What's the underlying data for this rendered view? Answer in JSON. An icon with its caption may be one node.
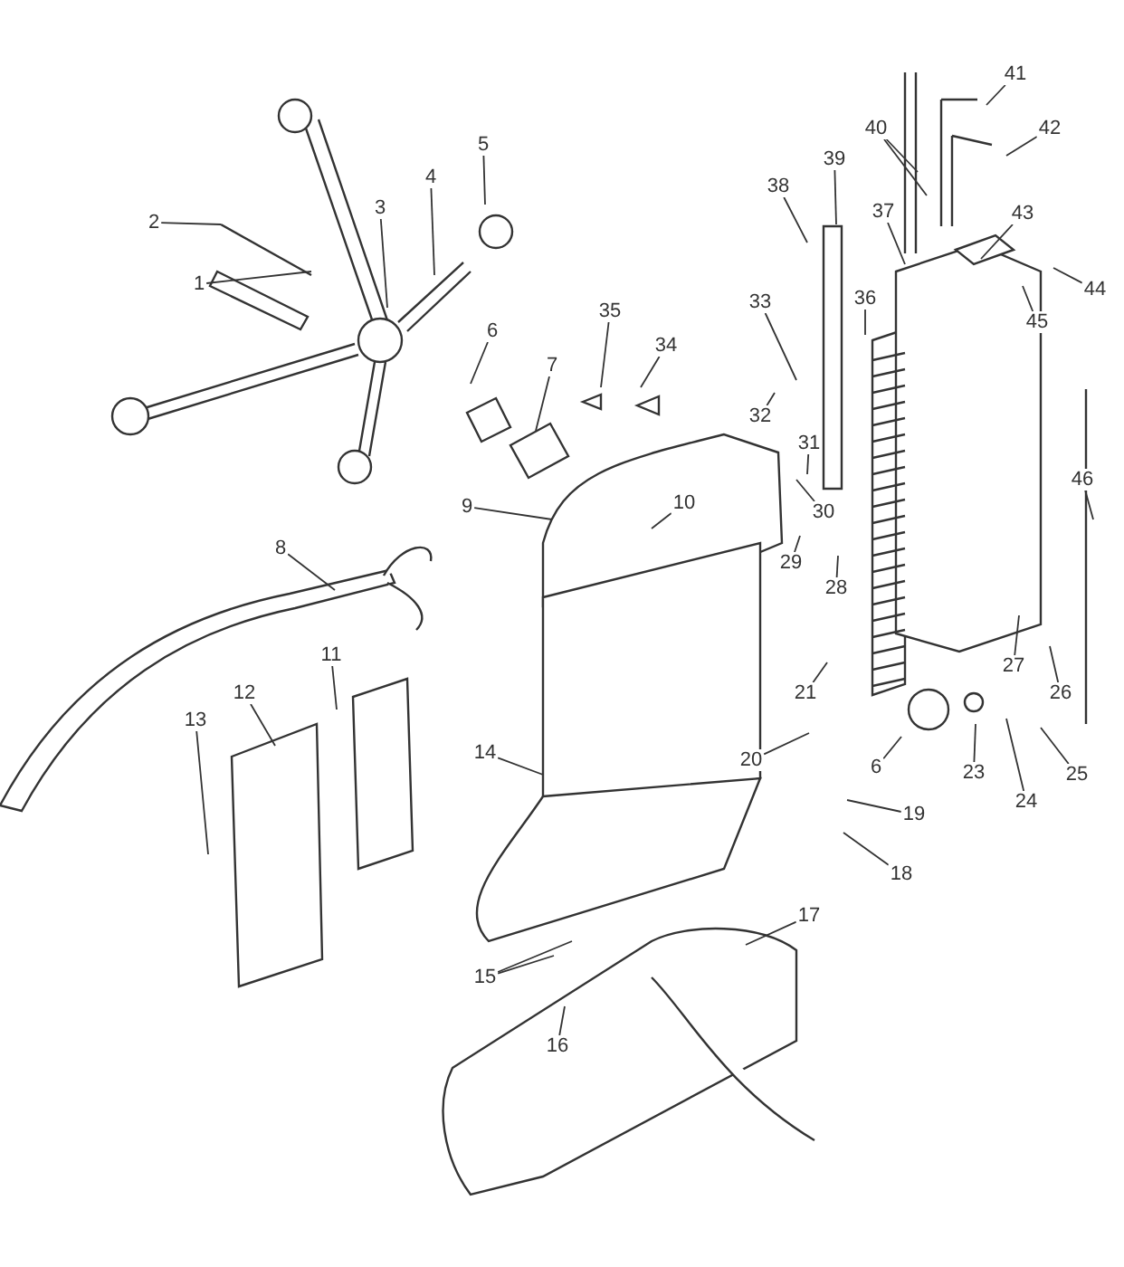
{
  "diagram": {
    "nodes": [
      {
        "text": [
          "1"
        ]
      },
      {
        "text": [
          "2"
        ]
      },
      {
        "text": [
          "3"
        ]
      },
      {
        "text": [
          "4"
        ]
      },
      {
        "text": [
          "5"
        ]
      },
      {
        "text": [
          "6"
        ]
      },
      {
        "text": [
          "7"
        ]
      },
      {
        "text": [
          "8"
        ]
      },
      {
        "text": [
          "9"
        ]
      },
      {
        "text": [
          "10"
        ]
      },
      {
        "text": [
          "11"
        ]
      },
      {
        "text": [
          "12"
        ]
      },
      {
        "text": [
          "13"
        ]
      },
      {
        "text": [
          "14"
        ]
      },
      {
        "text": [
          "15"
        ]
      },
      {
        "text": [
          "16"
        ]
      },
      {
        "text": [
          "17"
        ]
      },
      {
        "text": [
          "18"
        ]
      },
      {
        "text": [
          "19"
        ]
      },
      {
        "text": [
          "20"
        ]
      },
      {
        "text": [
          "21"
        ]
      },
      {
        "text": [
          "6"
        ]
      },
      {
        "text": [
          "23"
        ]
      },
      {
        "text": [
          "24"
        ]
      },
      {
        "text": [
          "25"
        ]
      },
      {
        "text": [
          "26"
        ]
      },
      {
        "text": [
          "27"
        ]
      },
      {
        "text": [
          "28"
        ]
      },
      {
        "text": [
          "29"
        ]
      },
      {
        "text": [
          "30"
        ]
      },
      {
        "text": [
          "31"
        ]
      },
      {
        "text": [
          "32"
        ]
      },
      {
        "text": [
          "33"
        ]
      },
      {
        "text": [
          "34"
        ]
      },
      {
        "text": [
          "35"
        ]
      },
      {
        "text": [
          "36"
        ]
      },
      {
        "text": [
          "37"
        ]
      },
      {
        "text": [
          "38"
        ]
      },
      {
        "text": [
          "39"
        ]
      },
      {
        "text": [
          "40"
        ]
      },
      {
        "text": [
          "41"
        ]
      },
      {
        "text": [
          "42"
        ]
      },
      {
        "text": [
          "43"
        ]
      },
      {
        "text": [
          "44"
        ]
      },
      {
        "text": [
          "45"
        ]
      },
      {
        "text": [
          "46"
        ]
      }
    ],
    "edges": [
      {
        "from": 0,
        "to": null,
        "arrow": "none"
      },
      {
        "from": 1,
        "to": null,
        "arrow": "none"
      },
      {
        "from": 2,
        "to": null,
        "arrow": "none"
      },
      {
        "from": 3,
        "to": null,
        "arrow": "none"
      },
      {
        "from": 4,
        "to": null,
        "arrow": "none"
      },
      {
        "from": 5,
        "to": null,
        "arrow": "none"
      },
      {
        "from": 6,
        "to": null,
        "arrow": "none"
      },
      {
        "from": 7,
        "to": null,
        "arrow": "none"
      },
      {
        "from": 8,
        "to": null,
        "arrow": "none"
      },
      {
        "from": 9,
        "to": null,
        "arrow": "none"
      },
      {
        "from": 10,
        "to": null,
        "arrow": "none"
      },
      {
        "from": 11,
        "to": null,
        "arrow": "none"
      },
      {
        "from": 12,
        "to": null,
        "arrow": "none"
      },
      {
        "from": 13,
        "to": null,
        "arrow": "none"
      },
      {
        "from": 14,
        "to": null,
        "arrow": "none"
      },
      {
        "from": 14,
        "to": null,
        "arrow": "none"
      },
      {
        "from": 15,
        "to": null,
        "arrow": "none"
      },
      {
        "from": 16,
        "to": null,
        "arrow": "none"
      },
      {
        "from": 17,
        "to": null,
        "arrow": "none"
      },
      {
        "from": 18,
        "to": null,
        "arrow": "none"
      },
      {
        "from": 19,
        "to": null,
        "arrow": "none"
      },
      {
        "from": 20,
        "to": null,
        "arrow": "none"
      },
      {
        "from": 21,
        "to": null,
        "arrow": "none"
      },
      {
        "from": 22,
        "to": null,
        "arrow": "none"
      },
      {
        "from": 23,
        "to": null,
        "arrow": "none"
      },
      {
        "from": 24,
        "to": null,
        "arrow": "none"
      },
      {
        "from": 25,
        "to": null,
        "arrow": "none"
      },
      {
        "from": 26,
        "to": null,
        "arrow": "none"
      },
      {
        "from": 27,
        "to": null,
        "arrow": "none"
      },
      {
        "from": 28,
        "to": null,
        "arrow": "none"
      },
      {
        "from": 29,
        "to": null,
        "arrow": "none"
      },
      {
        "from": 30,
        "to": null,
        "arrow": "none"
      },
      {
        "from": 31,
        "to": null,
        "arrow": "none"
      },
      {
        "from": 32,
        "to": null,
        "arrow": "none"
      },
      {
        "from": 33,
        "to": null,
        "arrow": "none"
      },
      {
        "from": 34,
        "to": null,
        "arrow": "none"
      },
      {
        "from": 35,
        "to": null,
        "arrow": "none"
      },
      {
        "from": 36,
        "to": null,
        "arrow": "none"
      },
      {
        "from": 37,
        "to": null,
        "arrow": "none"
      },
      {
        "from": 38,
        "to": null,
        "arrow": "none"
      },
      {
        "from": 39,
        "to": null,
        "arrow": "none"
      },
      {
        "from": 39,
        "to": null,
        "arrow": "none"
      },
      {
        "from": 40,
        "to": null,
        "arrow": "none"
      },
      {
        "from": 41,
        "to": null,
        "arrow": "none"
      },
      {
        "from": 42,
        "to": null,
        "arrow": "none"
      },
      {
        "from": 43,
        "to": null,
        "arrow": "none"
      },
      {
        "from": 44,
        "to": null,
        "arrow": "none"
      },
      {
        "from": 45,
        "to": null,
        "arrow": "none"
      }
    ]
  }
}
